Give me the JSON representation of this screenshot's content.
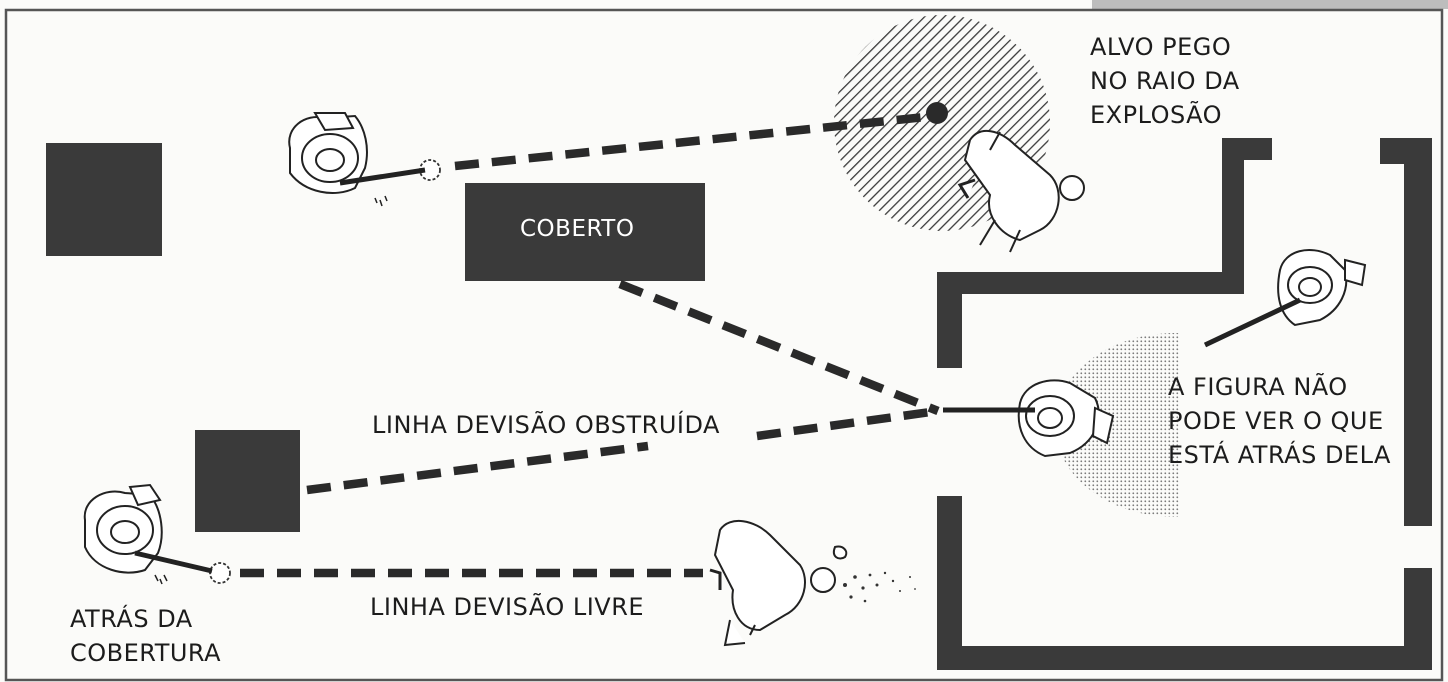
{
  "labels": {
    "target_line_1": "ALVO  PEGO",
    "target_line_2": "NO RAIO DA",
    "target_line_3": "EXPLOSÃO",
    "cover_block": "COBERTO",
    "figure_line_1": "A FIGURA NÃO",
    "figure_line_2": "PODE VER O QUE",
    "figure_line_3": "ESTÁ ATRÁS DELA",
    "obstructed_line": "LINHA DEVISÃO OBSTRUÍDA",
    "behind_cover_line_1": "ATRÁS DA",
    "behind_cover_line_2": "COBERTURA",
    "free_line": "LINHA DEVISÃO LIVRE"
  },
  "colors": {
    "wall": "#3a3a3a",
    "line": "#2a2a2a",
    "paper": "#fbfbf9",
    "figure_stroke": "#222222"
  }
}
